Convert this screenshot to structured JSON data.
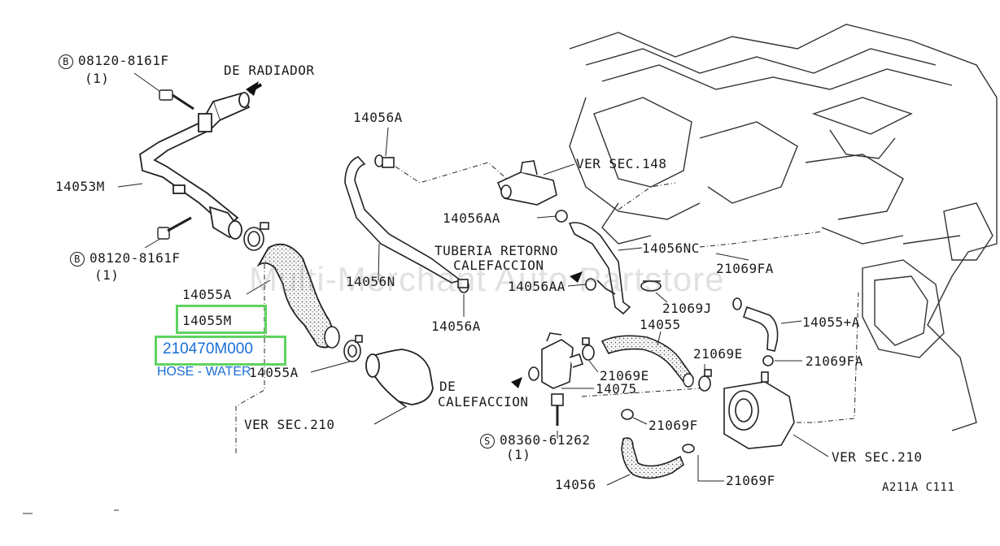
{
  "watermark": "Multi-Merchant Auto Partstore",
  "labels": {
    "bolt_top_code": "08120-8161F",
    "bolt_top_qty": "(1)",
    "bolt_top_mark": "B",
    "de_radiador": "DE RADIADOR",
    "p14053m": "14053M",
    "bolt_bottom_code": "08120-8161F",
    "bolt_bottom_qty": "(1)",
    "bolt_bottom_mark": "B",
    "p14055a_top": "14055A",
    "p14055m": "14055M",
    "p14055a_bottom": "14055A",
    "ver_sec_210_left": "VER SEC.210",
    "p14056a_top": "14056A",
    "ver_sec_148": "VER SEC.148",
    "p14056aa_top": "14056AA",
    "p14056nc": "14056NC",
    "tuberia_1": "TUBERIA RETORNO",
    "tuberia_2": "CALEFACCION",
    "p14056n": "14056N",
    "p14056aa_mid": "14056AA",
    "p14056a_bottom": "14056A",
    "p21069fa_top": "21069FA",
    "p21069j": "21069J",
    "p14055_plus_a": "14055+A",
    "p14055": "14055",
    "p21069e_right": "21069E",
    "p21069fa_right": "21069FA",
    "p21069e_mid": "21069E",
    "de_calef_1": "DE",
    "de_calef_2": "CALEFACCION",
    "p14075": "14075",
    "p21069f_mid": "21069F",
    "screw_mark": "S",
    "screw_code": "08360-61262",
    "screw_qty": "(1)",
    "ver_sec_210_right": "VER SEC.210",
    "p14056": "14056",
    "p21069f_bottom": "21069F",
    "ref_code": "A211A C111"
  },
  "highlight": {
    "part_number": "210470M000",
    "description": "HOSE - WATER",
    "color": "#5fd35f",
    "text_color": "#1a6fd6"
  }
}
